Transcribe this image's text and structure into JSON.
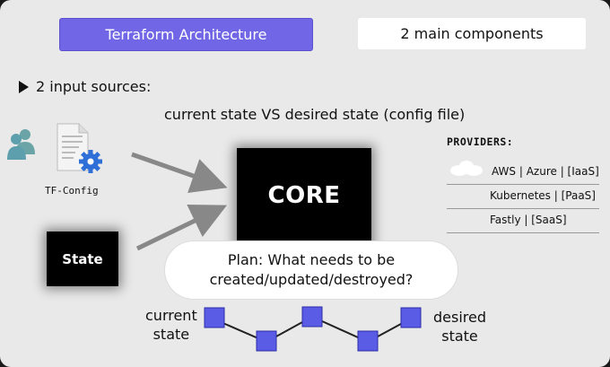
{
  "header": {
    "title": "Terraform Architecture",
    "subtitle": "2 main components"
  },
  "input_sources_label": "2 input sources:",
  "comparison_label": "current state VS desired state (config file)",
  "tf_config_label": "TF-Config",
  "state_label": "State",
  "core_label": "CORE",
  "plan": {
    "line1": "Plan: What needs to be",
    "line2": "created/updated/destroyed?"
  },
  "providers": {
    "title": "PROVIDERS:",
    "items": [
      "AWS | Azure | [IaaS]",
      "Kubernetes | [PaaS]",
      "Fastly | [SaaS]"
    ]
  },
  "timeline": {
    "start_line1": "current",
    "start_line2": "state",
    "end_line1": "desired",
    "end_line2": "state"
  },
  "colors": {
    "accent": "#7066e6",
    "node": "#5b5ce6",
    "background": "#e9e9e9"
  },
  "icons": [
    "users-icon",
    "document-icon",
    "gear-icon",
    "cloud-icon",
    "triangle-bullet-icon"
  ]
}
